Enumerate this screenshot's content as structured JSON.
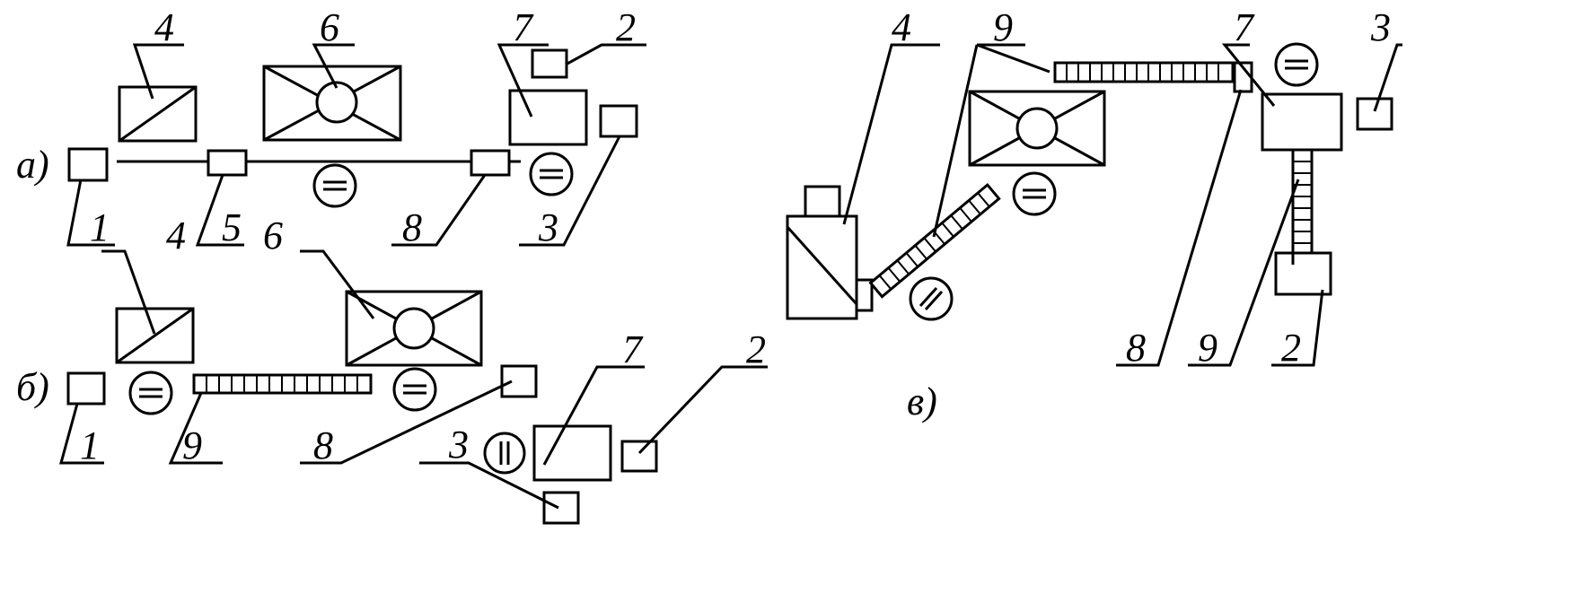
{
  "panels": {
    "a": {
      "letter": "а)"
    },
    "b": {
      "letter": "б)"
    },
    "c": {
      "letter": "в)"
    }
  },
  "labels": {
    "a": {
      "n1": "1",
      "n2": "2",
      "n3": "3",
      "n4": "4",
      "n5": "5",
      "n6": "6",
      "n7": "7",
      "n8": "8"
    },
    "b": {
      "n1": "1",
      "n2": "2",
      "n3": "3",
      "n4": "4",
      "n6": "6",
      "n7": "7",
      "n8": "8",
      "n9": "9"
    },
    "c": {
      "n2": "2",
      "n3": "3",
      "n4": "4",
      "n7": "7",
      "n8": "8",
      "n9a": "9",
      "n9b": "9"
    }
  },
  "colors": {
    "ink": "#000000",
    "paper": "#ffffff"
  }
}
